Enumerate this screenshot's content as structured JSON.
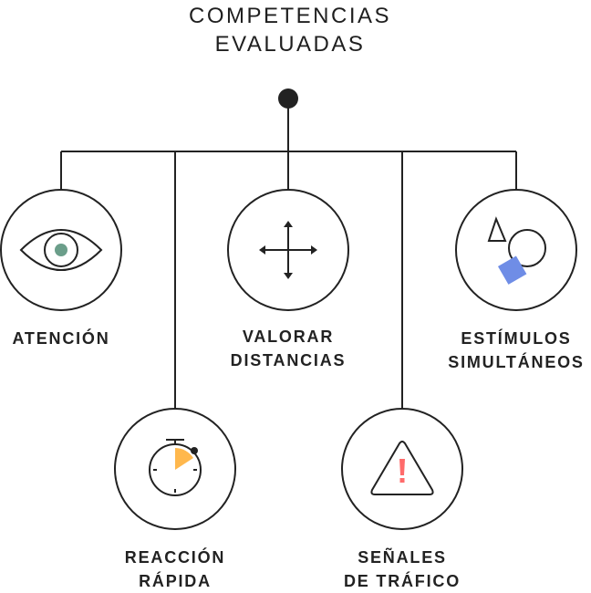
{
  "title": {
    "line1": "COMPETENCIAS",
    "line2": "EVALUADAS"
  },
  "nodes": [
    {
      "id": "atencion",
      "icon": "eye-icon",
      "lines": [
        "ATENCIÓN"
      ]
    },
    {
      "id": "reaccion",
      "icon": "stopwatch-icon",
      "lines": [
        "REACCIÓN",
        "RÁPIDA"
      ]
    },
    {
      "id": "distancias",
      "icon": "move-arrows-icon",
      "lines": [
        "VALORAR",
        "DISTANCIAS"
      ]
    },
    {
      "id": "senales",
      "icon": "warning-triangle-icon",
      "lines": [
        "SEÑALES",
        "DE TRÁFICO"
      ]
    },
    {
      "id": "estimulos",
      "icon": "shapes-icon",
      "lines": [
        "ESTÍMULOS",
        "SIMULTÁNEOS"
      ]
    }
  ],
  "colors": {
    "eye": "#6b9e8a",
    "stopwatch": "#ffb84d",
    "warning": "#ff6b6b",
    "square": "#6f8de6",
    "line": "#222222"
  }
}
